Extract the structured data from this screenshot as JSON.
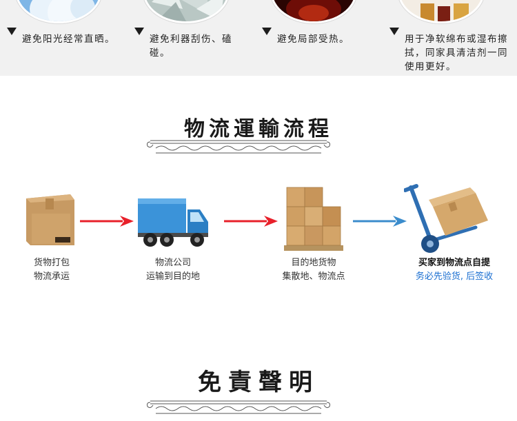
{
  "care_tips": [
    {
      "text": "避免阳光经常直晒。",
      "icon": "sky-photo"
    },
    {
      "text": "避免利器刮伤、磕碰。",
      "icon": "glass-shards-photo"
    },
    {
      "text": "避免局部受热。",
      "icon": "fire-photo"
    },
    {
      "text": "用于净软绵布或湿布擦拭，同家具清洁剂一同使用更好。",
      "icon": "cleaning-products-photo"
    }
  ],
  "logistics": {
    "title": "物流運輸流程",
    "steps": [
      {
        "line1": "货物打包",
        "line2": "物流承运",
        "icon": "cardboard-box-icon"
      },
      {
        "line1": "物流公司",
        "line2": "运输到目的地",
        "icon": "truck-icon"
      },
      {
        "line1": "目的地货物",
        "line2": "集散地、物流点",
        "icon": "pallet-boxes-icon"
      },
      {
        "line1": "买家到物流点自提",
        "line2": "务必先验货, 后签收",
        "icon": "hand-truck-icon"
      }
    ],
    "arrow_colors": [
      "#e8202a",
      "#e8202a",
      "#3b8ccc"
    ]
  },
  "disclaimer": {
    "title": "免責聲明"
  }
}
